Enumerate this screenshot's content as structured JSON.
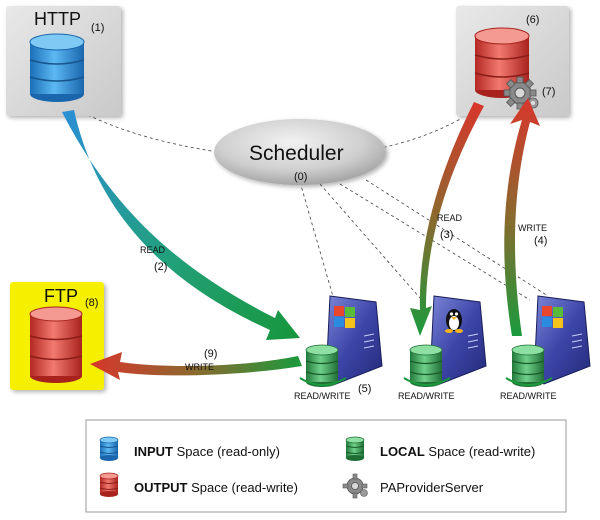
{
  "nodes": {
    "http": {
      "title": "HTTP",
      "num": "(1)"
    },
    "output": {
      "num": "(6)",
      "gear_num": "(7)"
    },
    "ftp": {
      "title": "FTP",
      "num": "(8)"
    },
    "scheduler": {
      "title": "Scheduler",
      "num": "(0)"
    },
    "local_label": "READ/WRITE",
    "local_num": "(5)"
  },
  "edges": {
    "read_http": {
      "label": "READ",
      "num": "(2)"
    },
    "read_output": {
      "label": "READ",
      "num": "(3)"
    },
    "write_output": {
      "label": "WRITE",
      "num": "(4)"
    },
    "write_ftp": {
      "label": "WRITE",
      "num": "(9)"
    }
  },
  "legend": {
    "input_bold": "INPUT",
    "input_rest": " Space (read-only)",
    "output_bold": "OUTPUT",
    "output_rest": " Space (read-write)",
    "local_bold": "LOCAL",
    "local_rest": " Space (read-write)",
    "provider": "PAProviderServer"
  },
  "colors": {
    "input": "#2f8fd8",
    "output": "#d9413b",
    "local": "#3aa657",
    "ftp_bg": "#f5f000",
    "node_bg": "#d8d8d8"
  }
}
